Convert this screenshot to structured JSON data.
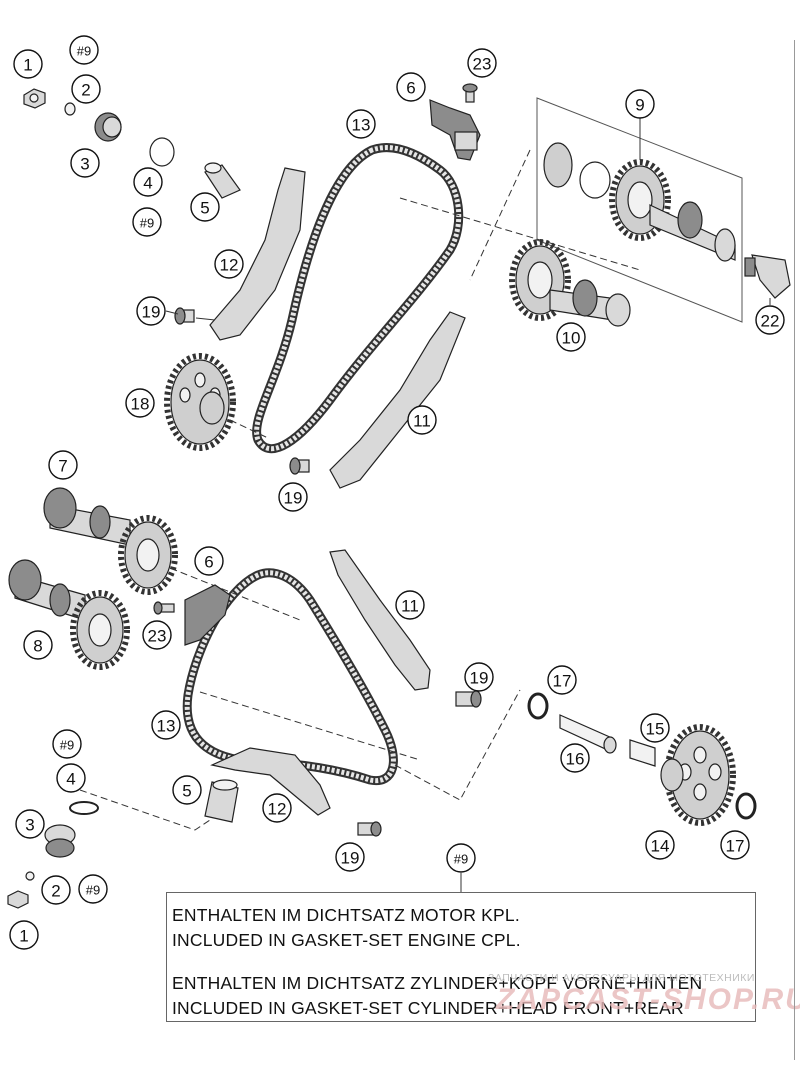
{
  "callouts": [
    {
      "id": "c1",
      "label": "1"
    },
    {
      "id": "c2",
      "label": "2"
    },
    {
      "id": "c3",
      "label": "3"
    },
    {
      "id": "c4",
      "label": "4"
    },
    {
      "id": "c5",
      "label": "5"
    },
    {
      "id": "c6",
      "label": "6"
    },
    {
      "id": "c7",
      "label": "23"
    },
    {
      "id": "c8",
      "label": "9"
    },
    {
      "id": "c9",
      "label": "13"
    },
    {
      "id": "c10",
      "label": "12"
    },
    {
      "id": "c11",
      "label": "19"
    },
    {
      "id": "c12",
      "label": "18"
    },
    {
      "id": "c13",
      "label": "10"
    },
    {
      "id": "c14",
      "label": "22"
    },
    {
      "id": "c15",
      "label": "11"
    },
    {
      "id": "c16",
      "label": "19"
    },
    {
      "id": "c17",
      "label": "7"
    },
    {
      "id": "c18",
      "label": "6"
    },
    {
      "id": "c19",
      "label": "8"
    },
    {
      "id": "c20",
      "label": "23"
    },
    {
      "id": "c21",
      "label": "11"
    },
    {
      "id": "c22",
      "label": "19"
    },
    {
      "id": "c23",
      "label": "17"
    },
    {
      "id": "c24",
      "label": "13"
    },
    {
      "id": "c25",
      "label": "15"
    },
    {
      "id": "c26",
      "label": "16"
    },
    {
      "id": "c27",
      "label": "4"
    },
    {
      "id": "c28",
      "label": "5"
    },
    {
      "id": "c29",
      "label": "3"
    },
    {
      "id": "c30",
      "label": "12"
    },
    {
      "id": "c31",
      "label": "2"
    },
    {
      "id": "c32",
      "label": "19"
    },
    {
      "id": "c33",
      "label": "14"
    },
    {
      "id": "c34",
      "label": "17"
    },
    {
      "id": "c35",
      "label": "1"
    }
  ],
  "refs": [
    {
      "id": "r1",
      "label": "#9"
    },
    {
      "id": "r2",
      "label": "#9"
    },
    {
      "id": "r3",
      "label": "#9"
    },
    {
      "id": "r4",
      "label": "#9"
    },
    {
      "id": "r5",
      "label": "#9"
    }
  ],
  "note": {
    "line1": "ENTHALTEN IM DICHTSATZ MOTOR KPL.",
    "line2": "INCLUDED IN GASKET-SET ENGINE CPL.",
    "line3": "ENTHALTEN IM DICHTSATZ ZYLINDER+KOPF VORNE+HINTEN",
    "line4": "INCLUDED IN GASKET-SET CYLINDER+HEAD FRONT+REAR"
  },
  "watermark": {
    "top": "ЗАПЧАСТИ И АКСЕССУАРЫ ДЛЯ МОТОТЕХНИКИ",
    "main": "ZAPCAST-SHOP.RU"
  }
}
